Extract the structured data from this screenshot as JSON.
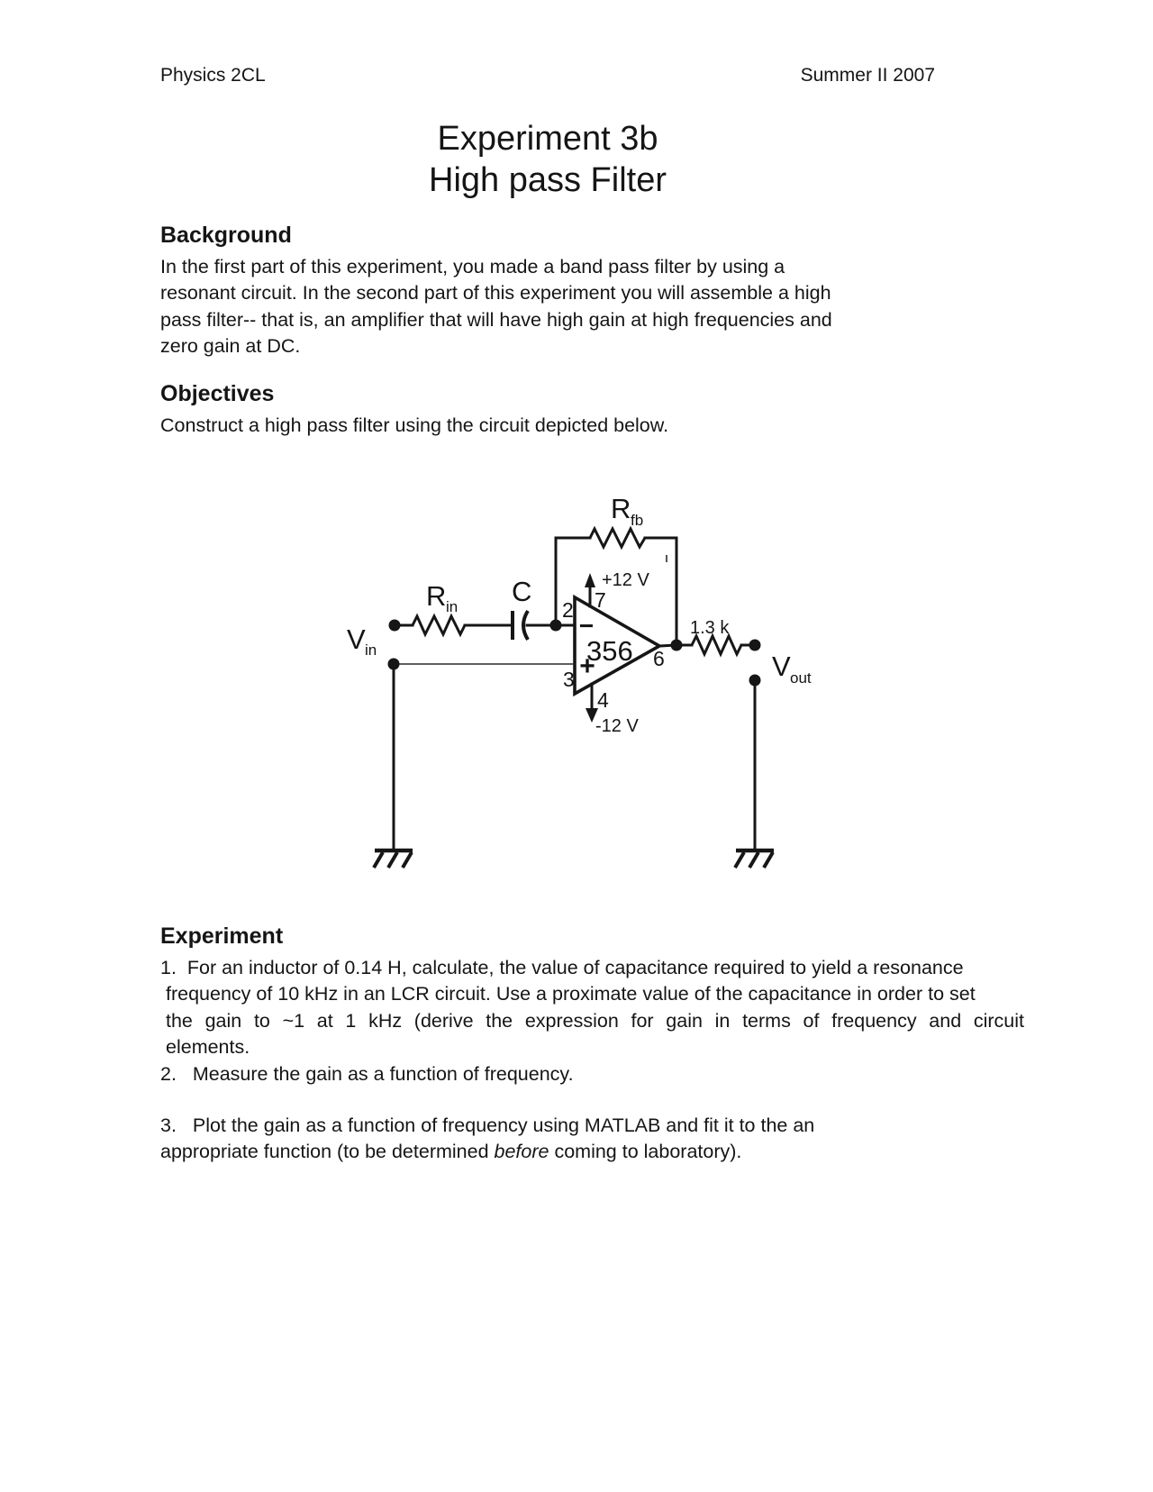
{
  "header": {
    "left": "Physics 2CL",
    "right": "Summer II 2007"
  },
  "title": {
    "line1": "Experiment 3b",
    "line2": "High pass Filter"
  },
  "background": {
    "heading": "Background",
    "lines": [
      "In the first part of this experiment, you made a band pass filter by using a",
      "resonant circuit. In the second part of this experiment you will assemble a high",
      "pass filter-- that is, an amplifier that will have high gain at high frequencies and",
      "zero gain at DC."
    ]
  },
  "objectives": {
    "heading": "Objectives",
    "text": "Construct a high pass filter using the circuit depicted below."
  },
  "circuit": {
    "labels": {
      "rfb_main": "R",
      "rfb_sub": "fb",
      "rin_main": "R",
      "rin_sub": "in",
      "cap": "C",
      "vin_main": "V",
      "vin_sub": "in",
      "vout_main": "V",
      "vout_sub": "out",
      "supply_pos": "+12 V",
      "supply_neg": "-12 V",
      "opamp_model": "356",
      "inverting_sign": "−",
      "noninverting_sign": "+",
      "pin2": "2",
      "pin3": "3",
      "pin4": "4",
      "pin6": "6",
      "pin7": "7",
      "rout_value": "1.3 k"
    }
  },
  "experiment": {
    "heading": "Experiment",
    "item1_line1": "1.  For an inductor of 0.14 H, calculate, the value of capacitance required to yield a resonance",
    "item1_line2": "frequency of 10 kHz in an LCR circuit. Use a proximate value of the capacitance in order to set",
    "item1_line3": "the gain to ~1 at 1 kHz (derive the expression for gain in terms of frequency and circuit",
    "item1_line4": "elements.",
    "item2": "2.   Measure the gain as a function of frequency.",
    "item3_line1": "3.   Plot the gain as a function of frequency using MATLAB and fit it to the an",
    "item3_line2_pre": "appropriate function (to be determined ",
    "item3_line2_italic": "before",
    "item3_line2_post": " coming to laboratory)."
  }
}
